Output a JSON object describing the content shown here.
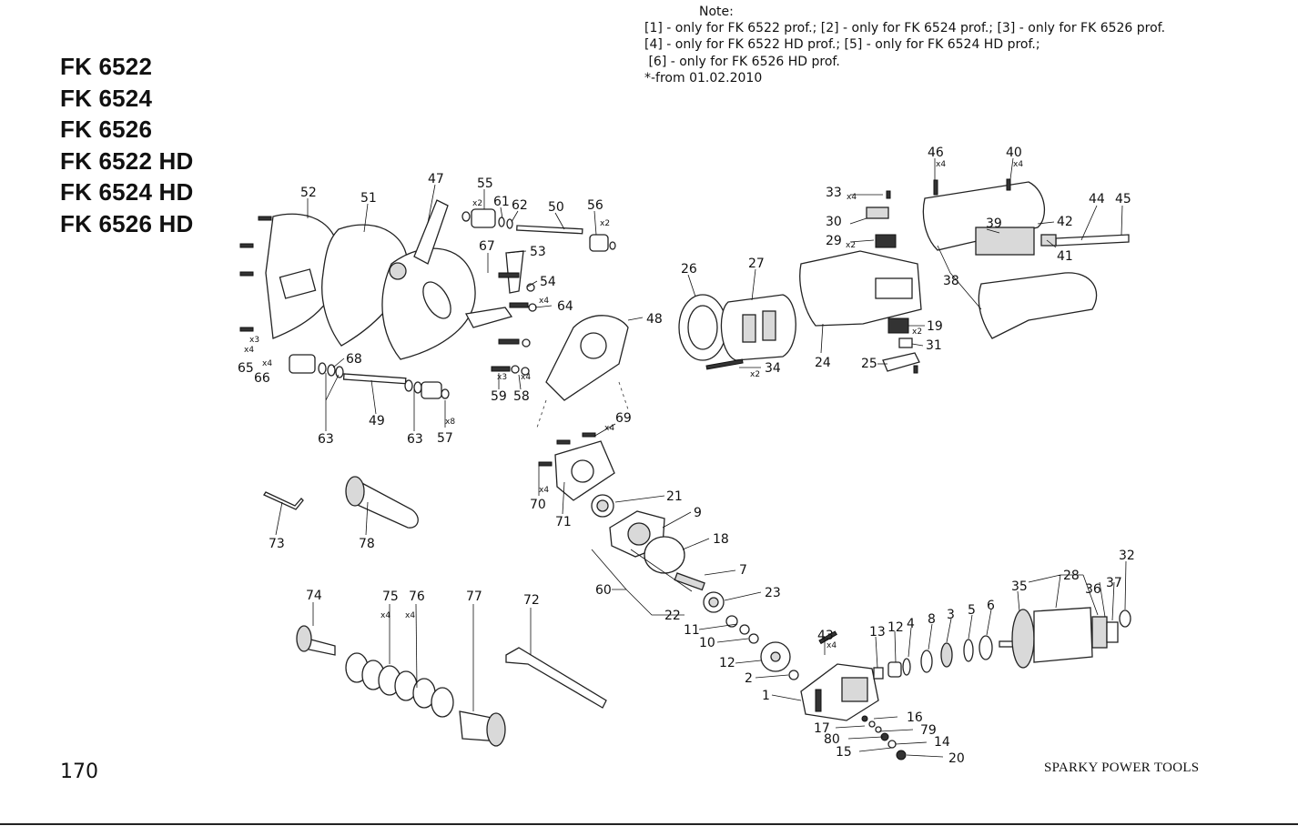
{
  "models": [
    "FK 6522",
    "FK 6524",
    "FK 6526",
    "FK 6522 HD",
    "FK 6524 HD",
    "FK 6526 HD"
  ],
  "note": {
    "title": "Note:",
    "lines": [
      "[1] - only for FK 6522 prof.; [2] - only for FK 6524 prof.; [3] - only for FK 6526 prof.",
      "[4] - only for FK 6522 HD prof.; [5] - only for FK 6524 HD prof.;",
      " [6] - only for FK 6526 HD prof.",
      "*-from 01.02.2010"
    ]
  },
  "page_number": "170",
  "brand": "SPARKY POWER TOOLS",
  "callouts": [
    {
      "label": "52"
    },
    {
      "label": "51"
    },
    {
      "label": "47"
    },
    {
      "label": "55"
    },
    {
      "label": "61"
    },
    {
      "label": "62"
    },
    {
      "label": "50"
    },
    {
      "label": "56"
    },
    {
      "label": "67"
    },
    {
      "label": "53"
    },
    {
      "label": "54"
    },
    {
      "label": "64"
    },
    {
      "label": "48"
    },
    {
      "label": "68"
    },
    {
      "label": "65"
    },
    {
      "label": "66"
    },
    {
      "label": "49"
    },
    {
      "label": "63"
    },
    {
      "label": "63"
    },
    {
      "label": "57"
    },
    {
      "label": "59"
    },
    {
      "label": "58"
    },
    {
      "label": "69"
    },
    {
      "label": "70"
    },
    {
      "label": "71"
    },
    {
      "label": "21"
    },
    {
      "label": "9"
    },
    {
      "label": "18"
    },
    {
      "label": "7"
    },
    {
      "label": "60"
    },
    {
      "label": "23"
    },
    {
      "label": "22"
    },
    {
      "label": "11"
    },
    {
      "label": "10"
    },
    {
      "label": "12"
    },
    {
      "label": "2"
    },
    {
      "label": "1"
    },
    {
      "label": "43"
    },
    {
      "label": "13"
    },
    {
      "label": "12"
    },
    {
      "label": "4"
    },
    {
      "label": "8"
    },
    {
      "label": "3"
    },
    {
      "label": "5"
    },
    {
      "label": "6"
    },
    {
      "label": "35"
    },
    {
      "label": "28"
    },
    {
      "label": "36"
    },
    {
      "label": "37"
    },
    {
      "label": "32"
    },
    {
      "label": "16"
    },
    {
      "label": "17"
    },
    {
      "label": "79"
    },
    {
      "label": "80"
    },
    {
      "label": "14"
    },
    {
      "label": "15"
    },
    {
      "label": "20"
    },
    {
      "label": "26"
    },
    {
      "label": "27"
    },
    {
      "label": "24"
    },
    {
      "label": "34"
    },
    {
      "label": "33"
    },
    {
      "label": "30"
    },
    {
      "label": "29"
    },
    {
      "label": "19"
    },
    {
      "label": "31"
    },
    {
      "label": "25"
    },
    {
      "label": "46"
    },
    {
      "label": "40"
    },
    {
      "label": "44"
    },
    {
      "label": "45"
    },
    {
      "label": "39"
    },
    {
      "label": "42"
    },
    {
      "label": "41"
    },
    {
      "label": "38"
    },
    {
      "label": "73"
    },
    {
      "label": "78"
    },
    {
      "label": "74"
    },
    {
      "label": "75"
    },
    {
      "label": "76"
    },
    {
      "label": "77"
    },
    {
      "label": "72"
    }
  ],
  "quantities": [
    {
      "label": "x2"
    },
    {
      "label": "x2"
    },
    {
      "label": "x4"
    },
    {
      "label": "x4"
    },
    {
      "label": "x4"
    },
    {
      "label": "x8"
    },
    {
      "label": "x3"
    },
    {
      "label": "x4"
    },
    {
      "label": "x4"
    },
    {
      "label": "x4"
    },
    {
      "label": "x4"
    },
    {
      "label": "x4"
    },
    {
      "label": "x2"
    },
    {
      "label": "x4"
    },
    {
      "label": "x2"
    },
    {
      "label": "x2"
    },
    {
      "label": "x4"
    },
    {
      "label": "x4"
    },
    {
      "label": "x4"
    },
    {
      "label": "x3"
    }
  ]
}
